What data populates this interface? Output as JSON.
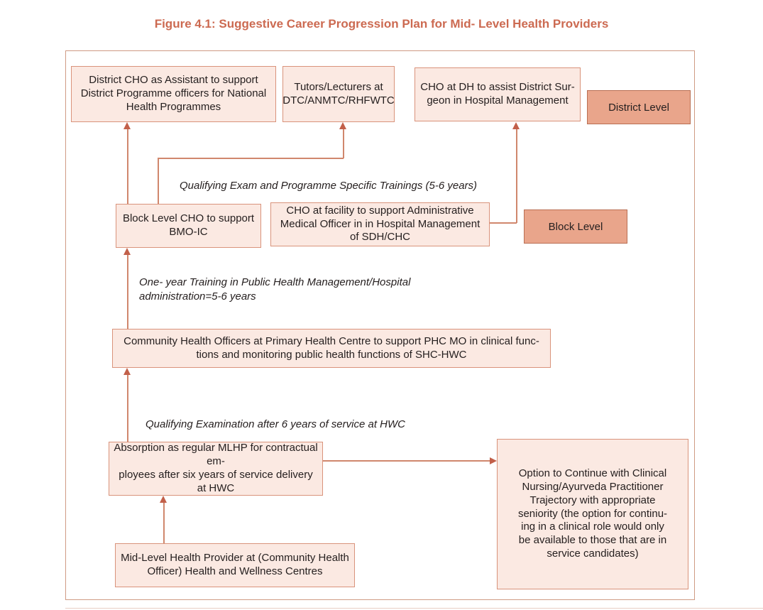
{
  "title": "Figure 4.1: Suggestive Career Progression Plan for Mid- Level Health Providers",
  "colors": {
    "title_text": "#cc6a51",
    "box_fill": "#fbe9e2",
    "box_border": "#d9937b",
    "level_label_fill": "#e9a58b",
    "level_label_border": "#b96f53",
    "connector_line": "#d0876d",
    "arrowhead": "#c2604a",
    "body_text": "#262020"
  },
  "nodes": {
    "district_cho": {
      "text": "District CHO as Assistant to support\nDistrict Programme officers for National\nHealth Programmes"
    },
    "tutors": {
      "text": "Tutors/Lecturers at\nDTC/ANMTC/RHFWTC"
    },
    "cho_dh": {
      "text": "CHO at DH to assist District Sur-\ngeon in Hospital Management"
    },
    "block_cho": {
      "text": "Block Level CHO to support\nBMO-IC"
    },
    "cho_facility": {
      "text": "CHO at facility to support Administrative\nMedical Officer in in Hospital Management\nof SDH/CHC"
    },
    "cho_phc": {
      "text": "Community Health Officers at Primary Health Centre to support PHC MO in clinical func-\ntions and monitoring public health functions of SHC-HWC"
    },
    "absorption": {
      "text": "Absorption as regular MLHP for contractual em-\nployees after six years of service delivery at HWC"
    },
    "clinical_option": {
      "text": "Option to Continue with Clinical\nNursing/Ayurveda Practitioner\nTrajectory with appropriate\nseniority (the option for continu-\ning in a clinical role would only\nbe available to those that are in\nservice candidates)"
    },
    "mlhp": {
      "text": "Mid-Level Health Provider at (Community Health\nOfficer) Health and Wellness Centres"
    }
  },
  "level_labels": {
    "district": "District Level",
    "block": "Block Level"
  },
  "annotations": {
    "qualifying_exam_trainings": "Qualifying Exam and Programme Specific Trainings (5-6 years)",
    "one_year_training": "One- year Training in Public Health Management/Hospital\nadministration=5-6 years",
    "qualifying_exam_hwc": "Qualifying Examination after 6 years of service at HWC"
  }
}
